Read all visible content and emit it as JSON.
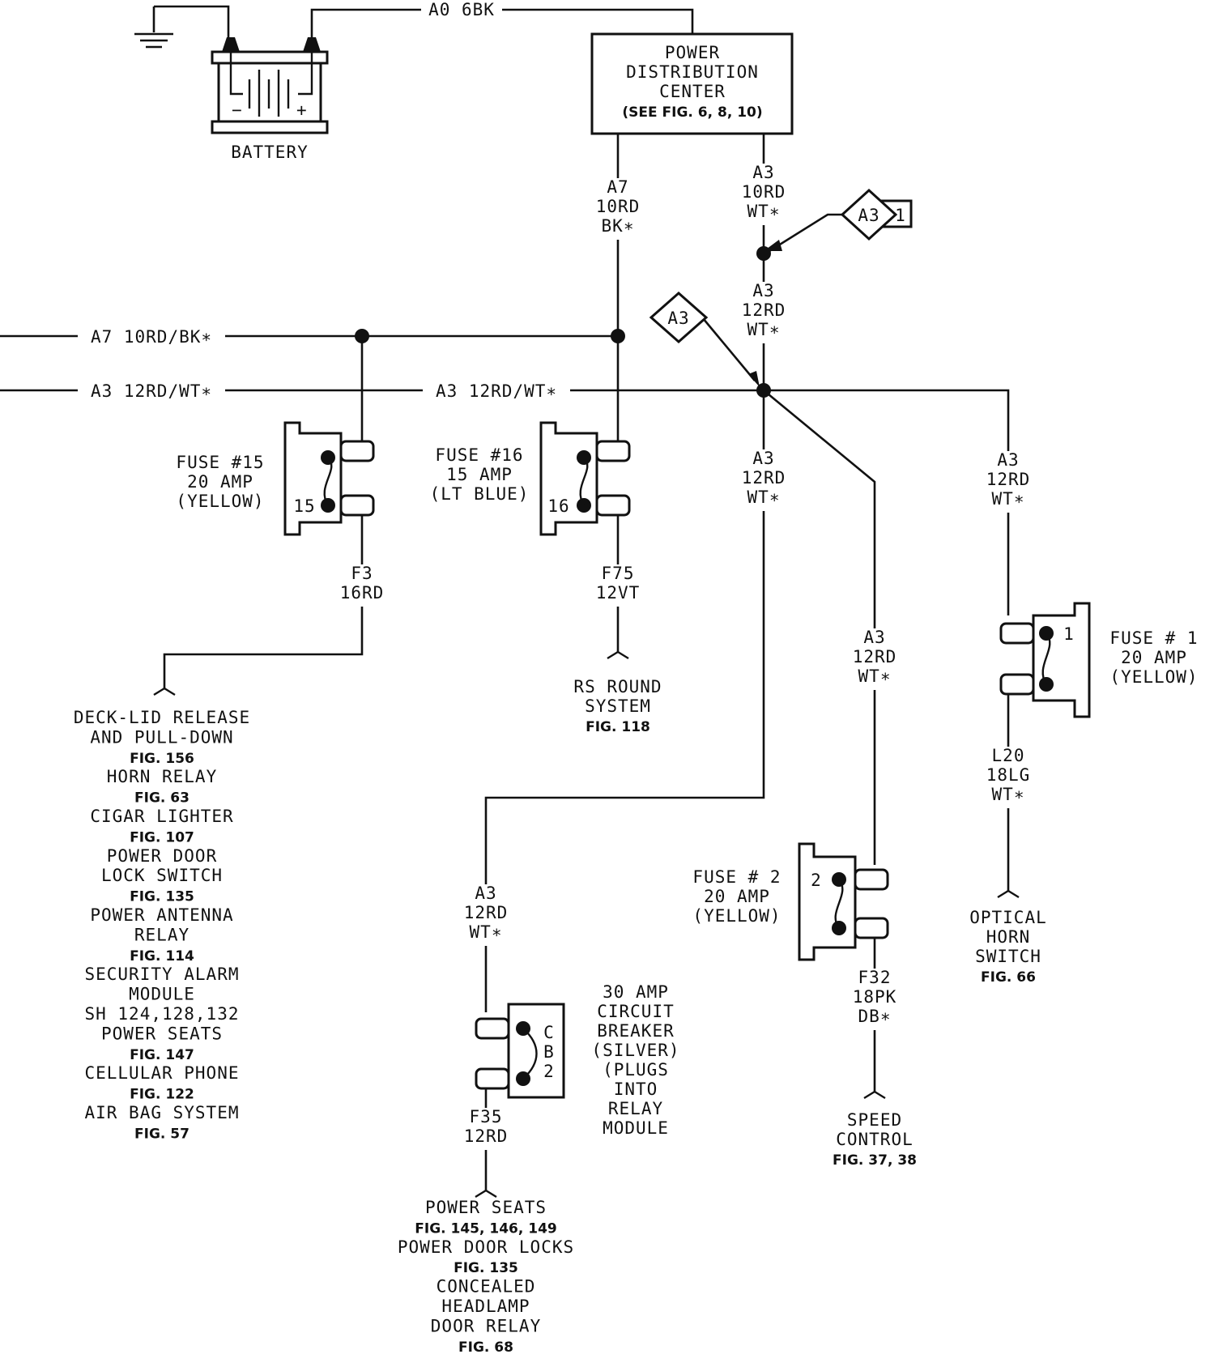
{
  "battery": {
    "label": "BATTERY",
    "neg": "−",
    "pos": "+"
  },
  "pdc": {
    "line1": "POWER",
    "line2": "DISTRIBUTION",
    "line3": "CENTER",
    "ref": "(SEE FIG. 6, 8, 10)"
  },
  "wires": {
    "a0": "A0  6BK",
    "a7_top": [
      "A7",
      "10RD",
      "BK∗"
    ],
    "a3_top": [
      "A3",
      "10RD",
      "WT∗"
    ],
    "a3_mid": [
      "A3",
      "12RD",
      "WT∗"
    ],
    "a7_bus": "A7  10RD/BK∗",
    "a3_bus_left": "A3  12RD/WT∗",
    "a3_bus_mid": "A3  12RD/WT∗",
    "a3_cb": [
      "A3",
      "12RD",
      "WT∗"
    ],
    "a3_fuse2": [
      "A3",
      "12RD",
      "WT∗"
    ],
    "a3_fuse1": [
      "A3",
      "12RD",
      "WT∗"
    ],
    "a3_cbdrop": [
      "A3",
      "12RD",
      "WT∗"
    ],
    "f3": [
      "F3",
      "16RD"
    ],
    "f75": [
      "F75",
      "12VT"
    ],
    "f35": [
      "F35",
      "12RD"
    ],
    "f32": [
      "F32",
      "18PK",
      "DB∗"
    ],
    "l20": [
      "L20",
      "18LG",
      "WT∗"
    ]
  },
  "connectors": {
    "diamond1": "A3",
    "diamond1_pin": "1",
    "diamond2": "A3"
  },
  "fuses": {
    "f15": {
      "lines": [
        "FUSE #15",
        "20 AMP",
        "(YELLOW)"
      ],
      "num": "15"
    },
    "f16": {
      "lines": [
        "FUSE #16",
        "15 AMP",
        "(LT BLUE)"
      ],
      "num": "16"
    },
    "f1": {
      "lines": [
        "FUSE # 1",
        "20 AMP",
        "(YELLOW)"
      ],
      "num": "1"
    },
    "f2": {
      "lines": [
        "FUSE # 2",
        "20 AMP",
        "(YELLOW)"
      ],
      "num": "2"
    }
  },
  "breaker": {
    "lines": [
      "30 AMP",
      "CIRCUIT",
      "BREAKER",
      "(SILVER)",
      "(PLUGS",
      "INTO",
      "RELAY",
      "MODULE"
    ],
    "id": [
      "C",
      "B",
      "2"
    ]
  },
  "destinations": {
    "left": [
      {
        "t": "DECK-LID RELEASE",
        "s": "m"
      },
      {
        "t": "AND PULL-DOWN",
        "s": "m"
      },
      {
        "t": "FIG. 156",
        "s": "b"
      },
      {
        "t": "HORN RELAY",
        "s": "m"
      },
      {
        "t": "FIG. 63",
        "s": "b"
      },
      {
        "t": "CIGAR LIGHTER",
        "s": "m"
      },
      {
        "t": "FIG. 107",
        "s": "b"
      },
      {
        "t": "POWER DOOR",
        "s": "m"
      },
      {
        "t": "LOCK SWITCH",
        "s": "m"
      },
      {
        "t": "FIG. 135",
        "s": "b"
      },
      {
        "t": "POWER ANTENNA",
        "s": "m"
      },
      {
        "t": "RELAY",
        "s": "m"
      },
      {
        "t": "FIG. 114",
        "s": "b"
      },
      {
        "t": "SECURITY ALARM",
        "s": "m"
      },
      {
        "t": "MODULE",
        "s": "m"
      },
      {
        "t": "SH 124,128,132",
        "s": "m"
      },
      {
        "t": "POWER SEATS",
        "s": "m"
      },
      {
        "t": "FIG. 147",
        "s": "b"
      },
      {
        "t": "CELLULAR PHONE",
        "s": "m"
      },
      {
        "t": "FIG. 122",
        "s": "b"
      },
      {
        "t": "AIR BAG SYSTEM",
        "s": "m"
      },
      {
        "t": "FIG. 57",
        "s": "b"
      }
    ],
    "sound": [
      {
        "t": "RS ROUND",
        "s": "m"
      },
      {
        "t": "SYSTEM",
        "s": "m"
      },
      {
        "t": "FIG. 118",
        "s": "b"
      }
    ],
    "bottom": [
      {
        "t": "POWER SEATS",
        "s": "m"
      },
      {
        "t": "FIG. 145, 146, 149",
        "s": "b"
      },
      {
        "t": "POWER DOOR LOCKS",
        "s": "m"
      },
      {
        "t": "FIG. 135",
        "s": "b"
      },
      {
        "t": "CONCEALED",
        "s": "m"
      },
      {
        "t": "HEADLAMP",
        "s": "m"
      },
      {
        "t": "DOOR RELAY",
        "s": "m"
      },
      {
        "t": "FIG. 68",
        "s": "b"
      }
    ],
    "speed": [
      {
        "t": "SPEED",
        "s": "m"
      },
      {
        "t": "CONTROL",
        "s": "m"
      },
      {
        "t": "FIG. 37, 38",
        "s": "b"
      }
    ],
    "horn": [
      {
        "t": "OPTICAL",
        "s": "m"
      },
      {
        "t": "HORN",
        "s": "m"
      },
      {
        "t": "SWITCH",
        "s": "m"
      },
      {
        "t": "FIG. 66",
        "s": "b"
      }
    ]
  }
}
